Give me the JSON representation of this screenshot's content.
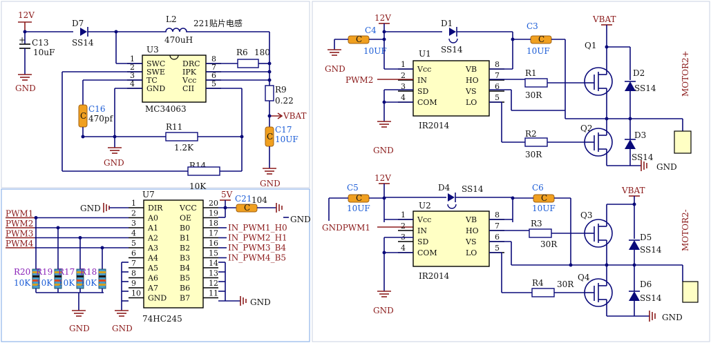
{
  "left_top": {
    "net_12v": "12V",
    "gnd": "GND",
    "c13": "C13",
    "c13_val": "10uF",
    "d7": "D7",
    "d7_val": "SS14",
    "l2": "L2",
    "l2_desc": "221贴片电感",
    "l2_val": "470uH",
    "u3": "U3",
    "u3_part": "MC34063",
    "u3_pins_left": [
      "SWC",
      "SWE",
      "TC",
      "GND"
    ],
    "u3_pins_right": [
      "DRC",
      "IPK",
      "Vcc",
      "CII"
    ],
    "u3_pin_nums_left": [
      "1",
      "2",
      "3",
      "4"
    ],
    "u3_pin_nums_right": [
      "8",
      "7",
      "6",
      "5"
    ],
    "r6": "R6",
    "r6_val": "180",
    "r9": "R9",
    "r9_val": "0.22",
    "vbat": "VBAT",
    "c16": "C16",
    "c16_val": "470pf",
    "r11": "R11",
    "r11_val": "1.2K",
    "c17": "C17",
    "c17_val": "10UF",
    "r14": "R14",
    "r14_val": "10K"
  },
  "left_bottom": {
    "u7": "U7",
    "u7_part": "74HC245",
    "pins_left": [
      "DIR",
      "A0",
      "A1",
      "A2",
      "A3",
      "A4",
      "A5",
      "A6",
      "A7",
      "GND"
    ],
    "pins_right": [
      "VCC",
      "OE",
      "B0",
      "B1",
      "B2",
      "B3",
      "B4",
      "B5",
      "B6",
      "B7"
    ],
    "nums_left": [
      "1",
      "2",
      "3",
      "4",
      "5",
      "6",
      "7",
      "8",
      "9",
      "10"
    ],
    "nums_right": [
      "20",
      "19",
      "18",
      "17",
      "16",
      "15",
      "14",
      "13",
      "12",
      "11"
    ],
    "gnd": "GND",
    "net_5v": "5V",
    "c21": "C21",
    "c21_val": "104",
    "pwm_in": [
      "PWM1",
      "PWM2",
      "PWM3",
      "PWM4"
    ],
    "pwm_out": [
      "IN_PWM1_H0",
      "IN_PWM2_H1",
      "IN_PWM3_B4",
      "IN_PWM4_B5"
    ],
    "r20": "R20",
    "r19": "R19",
    "r17": "R17",
    "r18": "R18",
    "res_val": "10K"
  },
  "right_top": {
    "c4": "C4",
    "c4_val": "10UF",
    "net_12v": "12V",
    "d1": "D1",
    "d1_val": "SS14",
    "c3": "C3",
    "c3_val": "10UF",
    "vbat": "VBAT",
    "q1": "Q1",
    "q2": "Q2",
    "d2": "D2",
    "d3": "D3",
    "ss14": "SS14",
    "gnd": "GND",
    "pwm": "PWM2",
    "u1": "U1",
    "u1_part": "IR2014",
    "pins_left": [
      "Vcc",
      "IN",
      "SD",
      "COM"
    ],
    "pins_right": [
      "VB",
      "HO",
      "VS",
      "LO"
    ],
    "nums_left": [
      "1",
      "2",
      "3",
      "4"
    ],
    "nums_right": [
      "8",
      "7",
      "6",
      "5"
    ],
    "r1": "R1",
    "r1_val": "30R",
    "r2": "R2",
    "r2_val": "30R",
    "motor": "MOTOR2+"
  },
  "right_bottom": {
    "c5": "C5",
    "c5_val": "10UF",
    "net_12v": "12V",
    "d4": "D4",
    "d4_val": "SS14",
    "c6": "C6",
    "c6_val": "10UF",
    "vbat": "VBAT",
    "gnd_pwm": "GNDPWM1",
    "u2": "U2",
    "u2_part": "IR2014",
    "pins_left": [
      "Vcc",
      "IN",
      "SD",
      "COM"
    ],
    "pins_right": [
      "VB",
      "HO",
      "VS",
      "LO"
    ],
    "nums_left": [
      "1",
      "2",
      "3",
      "4"
    ],
    "nums_right": [
      "8",
      "7",
      "6",
      "5"
    ],
    "r3": "R3",
    "r3_val": "30R",
    "r4": "R4",
    "r4_val": "30R",
    "q3": "Q3",
    "q4": "Q4",
    "d5": "D5",
    "d6": "D6",
    "ss14": "SS14",
    "gnd": "GND",
    "motor": "MOTOR2-"
  }
}
